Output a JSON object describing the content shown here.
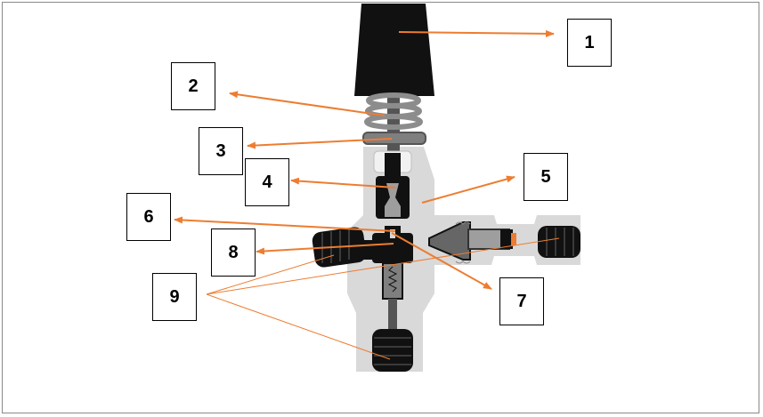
{
  "callouts": [
    {
      "id": "1",
      "label": "1"
    },
    {
      "id": "2",
      "label": "2"
    },
    {
      "id": "3",
      "label": "3"
    },
    {
      "id": "4",
      "label": "4"
    },
    {
      "id": "5",
      "label": "5"
    },
    {
      "id": "6",
      "label": "6"
    },
    {
      "id": "7",
      "label": "7"
    },
    {
      "id": "8",
      "label": "8"
    },
    {
      "id": "9",
      "label": "9"
    }
  ],
  "colors": {
    "leader_arrow": "#ed7d31",
    "body_fill": "#d9d9d9",
    "dark_part": "#111111",
    "spring": "#8c8c8c",
    "frame_border": "#8a8a8a"
  }
}
